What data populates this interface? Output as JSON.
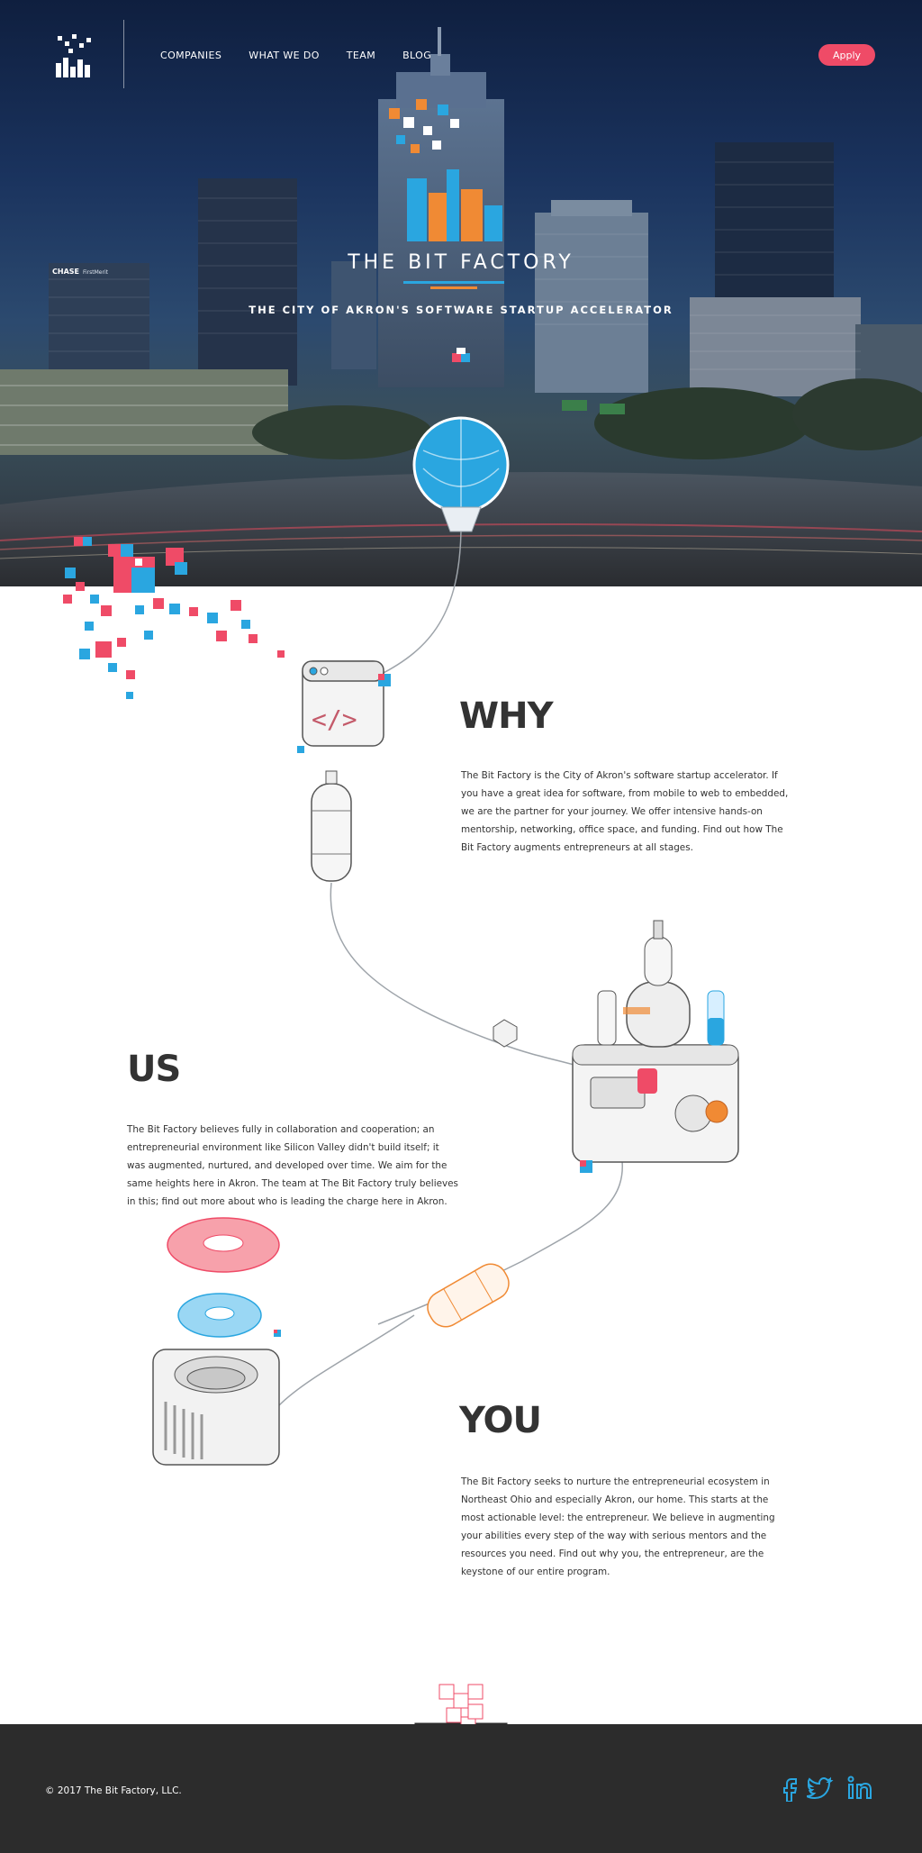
{
  "nav": {
    "links": [
      "COMPANIES",
      "WHAT WE DO",
      "TEAM",
      "BLOG"
    ],
    "apply_label": "Apply"
  },
  "hero": {
    "title": "THE BIT FACTORY",
    "subtitle": "THE CITY OF AKRON'S SOFTWARE STARTUP ACCELERATOR",
    "building_signs": [
      "CHASE",
      "FirstMerit"
    ]
  },
  "sections": {
    "why": {
      "heading": "WHY",
      "body": "The Bit Factory is the City of Akron's software startup accelerator. If you have a great idea for software, from mobile to web to embedded, we are the partner for your journey. We offer intensive hands-on mentorship, networking, office space, and funding. Find out how The Bit Factory augments entrepreneurs at all stages."
    },
    "us": {
      "heading": "US",
      "body": "The Bit Factory believes fully in collaboration and cooperation; an entrepreneurial environment like Silicon Valley didn't build itself; it was augmented, nurtured, and developed over time. We aim for the same heights here in Akron. The team at The Bit Factory truly believes in this; find out more about who is leading the charge here in Akron."
    },
    "you": {
      "heading": "YOU",
      "body": "The Bit Factory seeks to nurture the entrepreneurial ecosystem in Northeast Ohio and especially Akron, our home. This starts at the most actionable level: the entrepreneur. We believe in augmenting your abilities every step of the way with serious mentors and the resources you need. Find out why you, the entrepreneur, are the keystone of our entire program."
    }
  },
  "footer": {
    "copyright": "© 2017 The Bit Factory, LLC.",
    "social_icons": [
      "facebook-icon",
      "twitter-icon",
      "linkedin-icon"
    ]
  },
  "colors": {
    "accent_pink": "#ef4b67",
    "accent_blue": "#2aa6e0",
    "accent_orange": "#f08a34",
    "footer_bg": "#2c2c2c",
    "text_dark": "#333333"
  }
}
